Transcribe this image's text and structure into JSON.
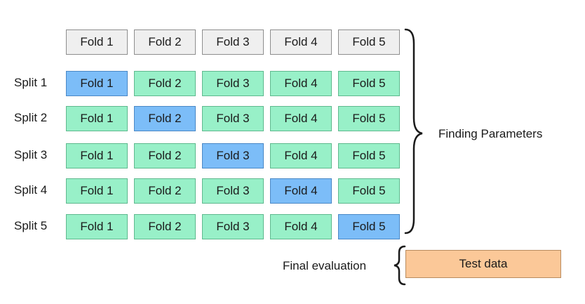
{
  "header_folds": [
    "Fold 1",
    "Fold 2",
    "Fold 3",
    "Fold 4",
    "Fold 5"
  ],
  "splits": [
    {
      "label": "Split 1",
      "folds": [
        "Fold 1",
        "Fold 2",
        "Fold 3",
        "Fold 4",
        "Fold 5"
      ],
      "validation_index": 0
    },
    {
      "label": "Split 2",
      "folds": [
        "Fold 1",
        "Fold 2",
        "Fold 3",
        "Fold 4",
        "Fold 5"
      ],
      "validation_index": 1
    },
    {
      "label": "Split 3",
      "folds": [
        "Fold 1",
        "Fold 2",
        "Fold 3",
        "Fold 4",
        "Fold 5"
      ],
      "validation_index": 2
    },
    {
      "label": "Split 4",
      "folds": [
        "Fold 1",
        "Fold 2",
        "Fold 3",
        "Fold 4",
        "Fold 5"
      ],
      "validation_index": 3
    },
    {
      "label": "Split 5",
      "folds": [
        "Fold 1",
        "Fold 2",
        "Fold 3",
        "Fold 4",
        "Fold 5"
      ],
      "validation_index": 4
    }
  ],
  "finding_parameters_label": "Finding Parameters",
  "final_evaluation_label": "Final evaluation",
  "test_data_label": "Test data",
  "colors": {
    "header_fold": "#efefef",
    "training_fold": "#98f0c8",
    "validation_fold": "#7cbdf8",
    "test_data": "#fbc898"
  }
}
